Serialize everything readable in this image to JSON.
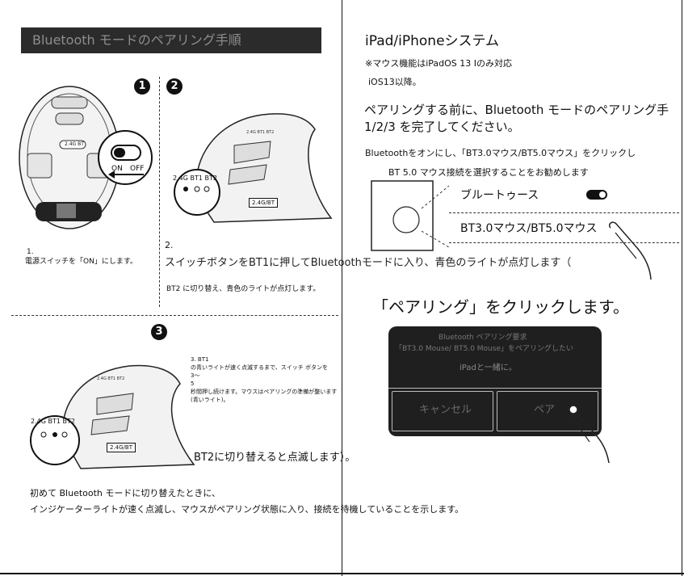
{
  "left": {
    "header": "Bluetooth モードのペアリング手順",
    "step1": {
      "number": "1",
      "label_num": "1.",
      "caption": "電源スイッチを「ON」にします。",
      "switch_on": "ON",
      "switch_off": "OFF",
      "slot_label": "2.4G BT"
    },
    "step2": {
      "number": "2",
      "label_num": "2.",
      "caption": "スイッチボタンをBT1に押してBluetoothモードに入り、青色のライトが点灯します（",
      "sub": "BT2 に切り替え、青色のライトが点灯します。",
      "led_labels": "2.4G BT1 BT2",
      "button_label": "2.4G/BT"
    },
    "step3": {
      "number": "3",
      "lines": [
        "3. BT1",
        "の青いライトが速く点滅するまで、スイッチ ボタンを",
        "3～",
        "5",
        "秒間押し続けます。マウスはペアリングの準備が整います",
        "(青いライト)。"
      ],
      "led_labels": "2.4G BT1 BT2",
      "button_label": "2.4G/BT",
      "bottom": "BT2に切り替えると点滅します）。"
    },
    "footer": [
      "初めて Bluetooth モードに切り替えたときに、",
      "インジケーターライトが速く点滅し、マウスがペアリング状態に入り、接続を待機していることを示します。"
    ]
  },
  "right": {
    "title": "iPad/iPhoneシステム",
    "note1": "※マウス機能はiPadOS 13 Iのみ対応",
    "note2": "iOS13以降。",
    "para1": "ペアリングする前に、Bluetooth モードのペアリング手",
    "para2": "1/2/3 を完了してください。",
    "inst1": "Bluetoothをオンにし、「BT3.0マウス/BT5.0マウス」をクリックし",
    "inst2": "BT 5.0 マウス接続を選択することをお勧めします",
    "row1": "ブルートゥース",
    "row2": "BT3.0マウス/BT5.0マウス",
    "click_heading": "「ペアリング」をクリックします。",
    "dialog": {
      "line1": "Bluetooth ペアリング要求",
      "line2": "「BT3.0 Mouse/ BT5.0 Mouse」をペアリングしたい",
      "line3": "iPadと一緒に。",
      "cancel": "キャンセル",
      "pair": "ペア"
    }
  }
}
